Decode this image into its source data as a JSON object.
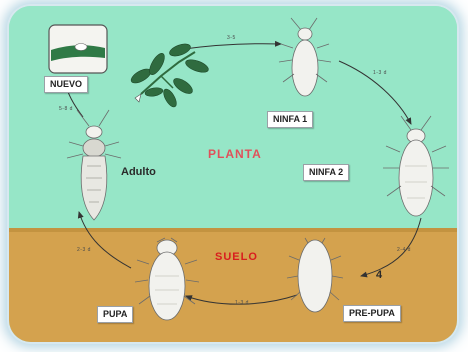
{
  "zones": {
    "upper": {
      "label": "PLANTA",
      "bg": "#96e6c7",
      "label_color": "#e0505a"
    },
    "lower": {
      "label": "SUELO",
      "bg": "#d4a24e",
      "label_color": "#d81e1e"
    }
  },
  "stages": {
    "egg": "NUEVO",
    "nymph1": "NINFA 1",
    "nymph2": "NINFA 2",
    "prepupa": "PRE-PUPA",
    "pupa": "PUPA",
    "adult": "Adulto"
  },
  "durations": {
    "egg_to_n1": "3-5",
    "n1_to_n2": "1-3 d",
    "n2_to_prepupa": "2-4 d",
    "prepupa_to_pupa": "1-3 d",
    "pupa_to_adult": "2-3 d",
    "adult_to_egg": "5-8 d"
  },
  "figure_number": "4",
  "colors": {
    "insect_body": "#f2f2ee",
    "insect_outline": "#6b6b6b",
    "leaf": "#2f6b3f",
    "arrow": "#333333"
  }
}
